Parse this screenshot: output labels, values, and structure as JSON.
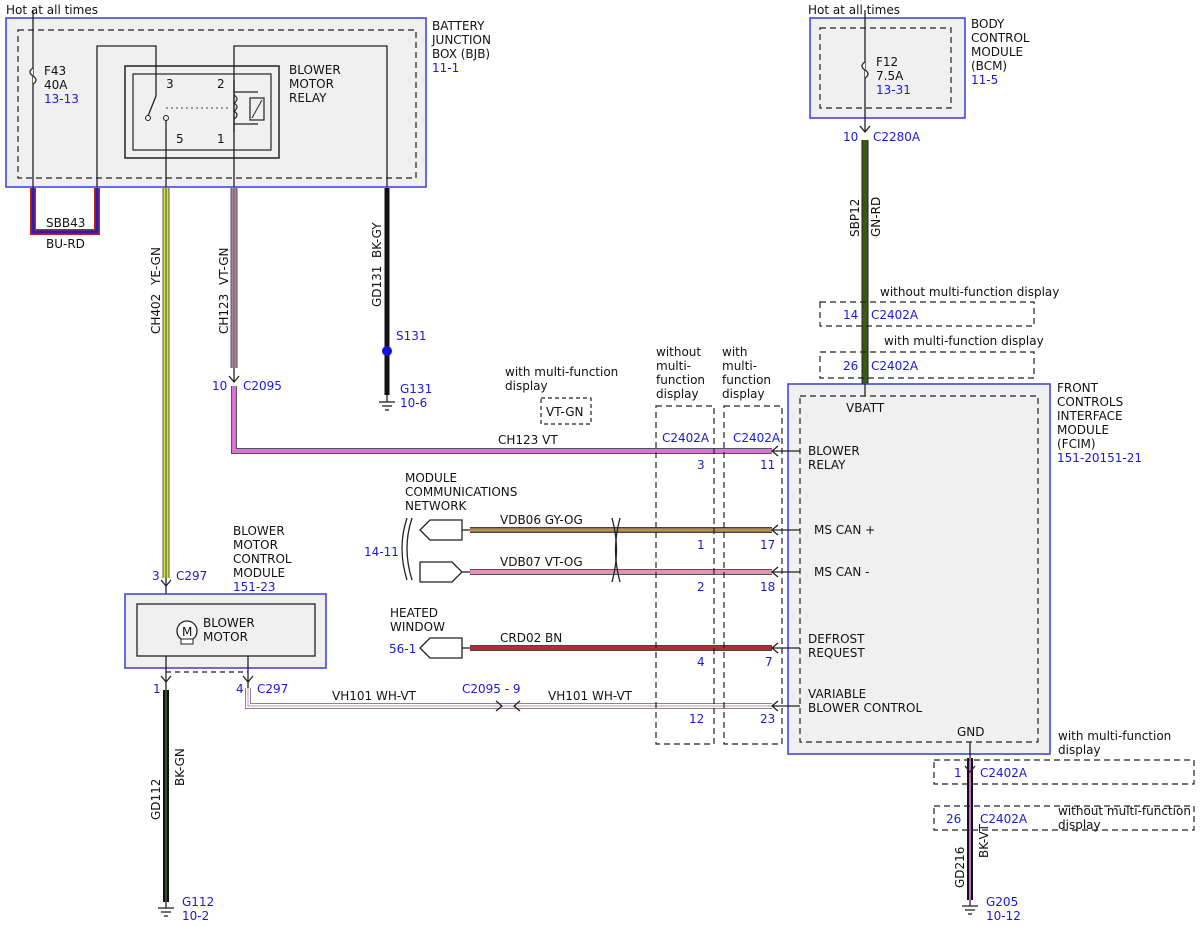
{
  "bjb": {
    "hot_label": "Hot at all times",
    "name_lines": [
      "BATTERY",
      "JUNCTION",
      "BOX (BJB)"
    ],
    "ref": "11-1",
    "fuse_name": "F43",
    "fuse_rating": "40A",
    "fuse_ref": "13-13",
    "relay_lines": [
      "BLOWER",
      "MOTOR",
      "RELAY"
    ],
    "relay_pins": [
      "3",
      "2",
      "5",
      "1"
    ],
    "sbb_label": "SBB43",
    "sbb_color": "BU-RD"
  },
  "bcm": {
    "hot_label": "Hot at all times",
    "name_lines": [
      "BODY",
      "CONTROL",
      "MODULE",
      "(BCM)"
    ],
    "ref": "11-5",
    "fuse_name": "F12",
    "fuse_rating": "7.5A",
    "fuse_ref": "13-31",
    "conn_pin": "10",
    "conn_name": "C2280A"
  },
  "wires": {
    "ch402_circuit": "CH402",
    "ch402_color": "YE-GN",
    "ch123_circuit": "CH123",
    "ch123_color": "VT-GN",
    "gd131_circuit": "GD131",
    "gd131_color": "BK-GY",
    "sbp12_circuit": "SBP12",
    "sbp12_color": "GN-RD",
    "ch123_vt": "CH123   VT",
    "vdb06": "VDB06   GY-OG",
    "vdb07": "VDB07   VT-OG",
    "crd02": "CRD02   BN",
    "vh101_a": "VH101   WH-VT",
    "vh101_b": "VH101   WH-VT",
    "gd112_circuit": "GD112",
    "gd112_color": "BK-GN",
    "gd216_circuit": "GD216",
    "gd216_color": "BK-VT"
  },
  "splices": {
    "s131": "S131",
    "g131": "G131",
    "g131_ref": "10-6",
    "c2095_pin": "10",
    "c2095": "C2095",
    "g112": "G112",
    "g112_ref": "10-2",
    "g205": "G205",
    "g205_ref": "10-12"
  },
  "variants": {
    "without_mfd": "without multi-function display",
    "with_mfd": "with multi-function display",
    "top_14_pin": "14",
    "top_26_pin": "26",
    "c2402a": "C2402A",
    "with_mfd_lines": [
      "with multi-function",
      "display"
    ],
    "vt_gn": "VT-GN",
    "col1_lines": [
      "without",
      "multi-",
      "function",
      "display"
    ],
    "col2_lines": [
      "with",
      "multi-",
      "function",
      "display"
    ],
    "col1_pins": [
      "3",
      "1",
      "2",
      "4",
      "12"
    ],
    "col2_pins": [
      "11",
      "17",
      "18",
      "7",
      "23"
    ],
    "gnd_with_lines": [
      "with multi-function",
      "display"
    ],
    "gnd_without_lines": [
      "without multi-function",
      "display"
    ],
    "gnd_1_pin": "1",
    "gnd_26_pin": "26"
  },
  "fcim": {
    "name_lines": [
      "FRONT",
      "CONTROLS",
      "INTERFACE",
      "MODULE",
      "(FCIM)"
    ],
    "ref": "151-20151-21",
    "vbatt": "VBATT",
    "blower_relay_lines": [
      "BLOWER",
      "RELAY"
    ],
    "ms_can_plus": "MS CAN +",
    "ms_can_minus": "MS CAN -",
    "defrost_lines": [
      "DEFROST",
      "REQUEST"
    ],
    "variable_lines": [
      "VARIABLE",
      "BLOWER CONTROL"
    ],
    "gnd": "GND"
  },
  "network": {
    "lines": [
      "MODULE",
      "COMMUNICATIONS",
      "NETWORK"
    ],
    "ref": "14-11",
    "heated_lines": [
      "HEATED",
      "WINDOW"
    ],
    "heated_ref": "56-1"
  },
  "bmcm": {
    "name_lines": [
      "BLOWER",
      "MOTOR",
      "CONTROL",
      "MODULE"
    ],
    "ref": "151-23",
    "pin3": "3",
    "c297_top": "C297",
    "motor_lines": [
      "BLOWER",
      "MOTOR"
    ],
    "motor_symbol": "M",
    "pin1": "1",
    "pin4": "4",
    "c297_bottom": "C297",
    "c2095_inline": "C2095 -  9"
  },
  "colors": {
    "module_border": "#3b3bd9",
    "ref_blue": "#1a1ad6",
    "box_fill": "#f0f0f0",
    "ye_gn": "#d8e040",
    "vt_gn": "#b080b0",
    "vt": "#e070d8",
    "gn_rd": "#3a5a10",
    "bk": "#111111",
    "gy_og": "#a08c60",
    "vt_og": "#e890b8",
    "bn": "#b03030",
    "wh_vt": "#d8b8d8",
    "bu_rd": "#2020c0"
  }
}
